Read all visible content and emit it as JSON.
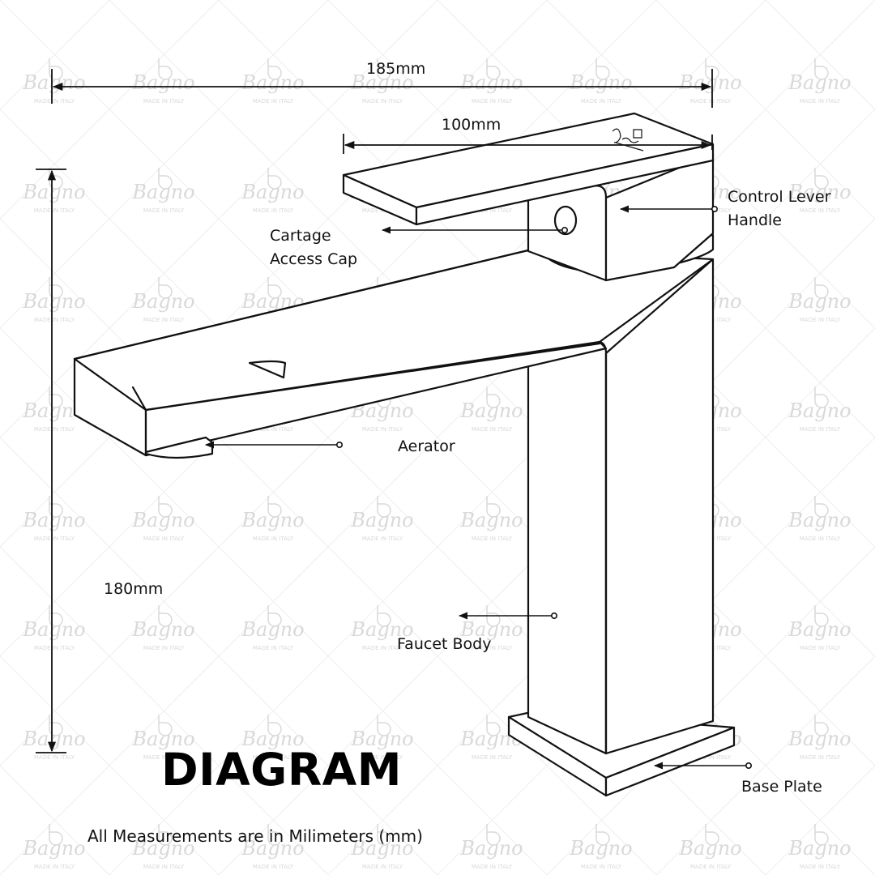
{
  "watermark": {
    "brand": "Bagno",
    "subtitle": "MADE IN ITALY",
    "color": "#d9d9d9"
  },
  "dimensions": {
    "overall_width": "185mm",
    "handle_length": "100mm",
    "height": "180mm"
  },
  "callouts": {
    "control_lever": [
      "Control Lever",
      "Handle"
    ],
    "cartridge_cap": [
      "Cartage",
      "Access Cap"
    ],
    "aerator": "Aerator",
    "faucet_body": "Faucet Body",
    "base_plate": "Base Plate"
  },
  "title": "DIAGRAM",
  "footnote": "All Measurements are in Milimeters (mm)",
  "colors": {
    "ink": "#111111",
    "background": "#ffffff"
  }
}
